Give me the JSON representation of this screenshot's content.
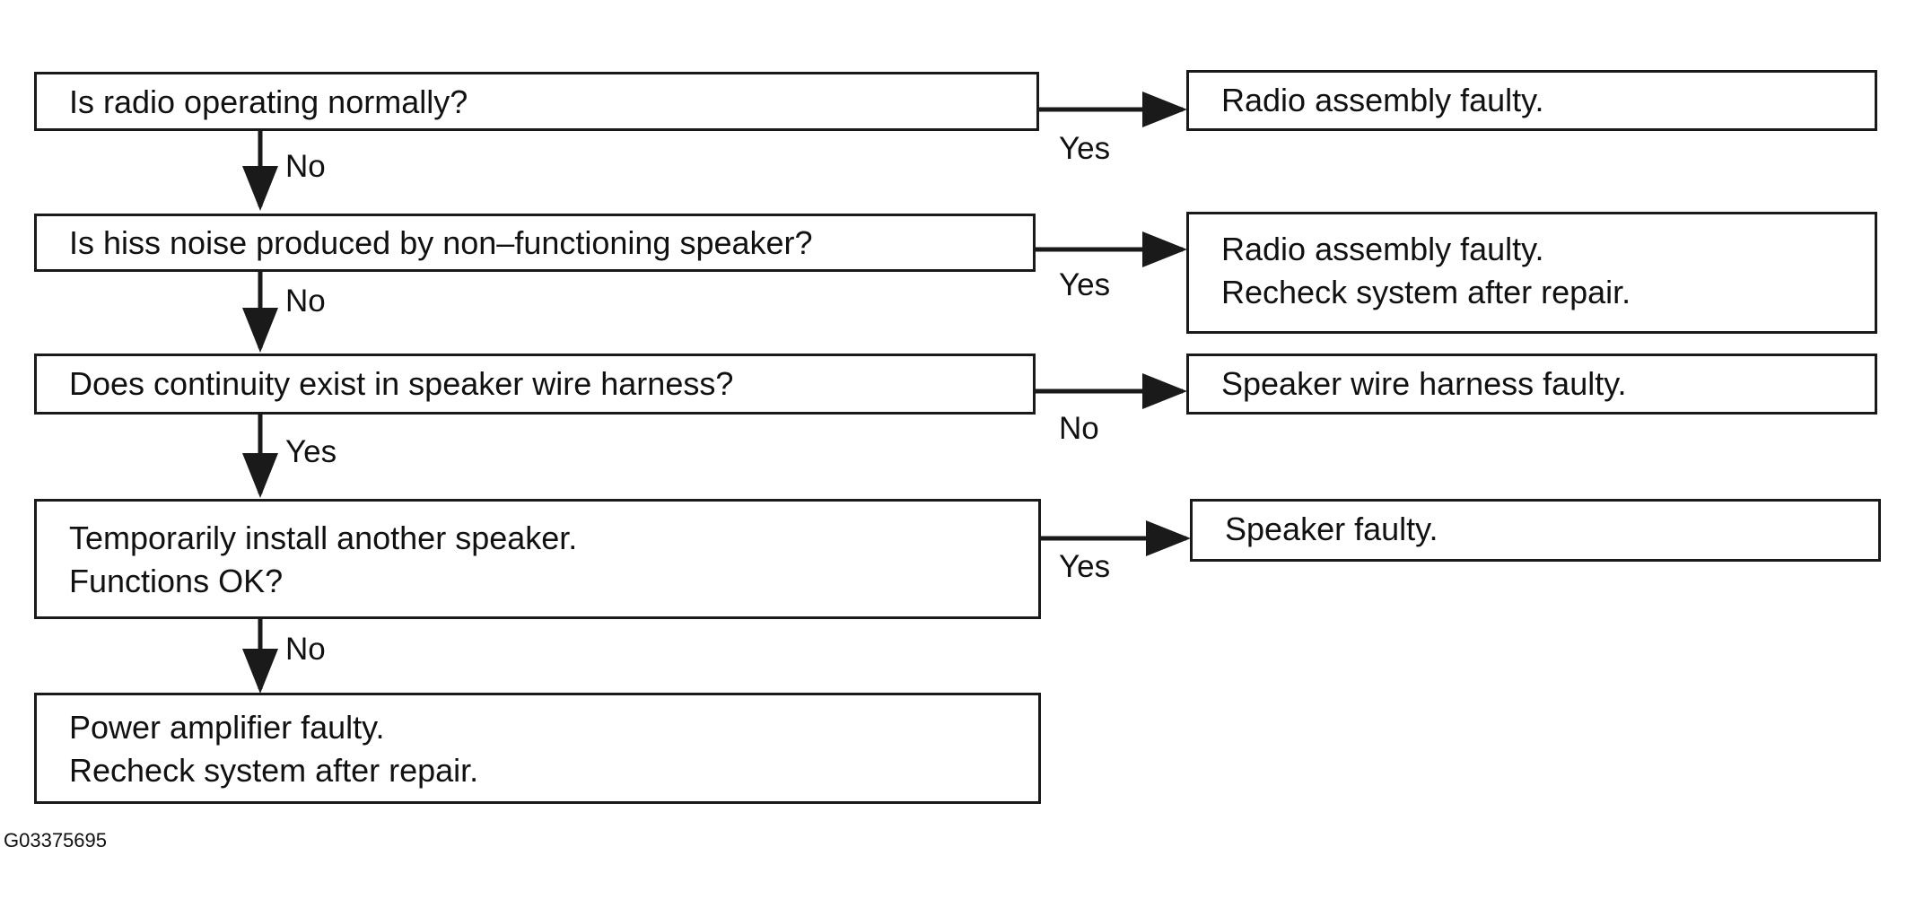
{
  "questions": [
    {
      "lines": [
        "Is radio operating normally?"
      ]
    },
    {
      "lines": [
        "Is hiss noise produced by non–functioning speaker?"
      ]
    },
    {
      "lines": [
        "Does continuity exist in speaker wire harness?"
      ]
    },
    {
      "lines": [
        "Temporarily install another speaker.",
        "Functions OK?"
      ]
    },
    {
      "lines": [
        "Power amplifier faulty.",
        "Recheck system after repair."
      ]
    }
  ],
  "results": [
    {
      "lines": [
        "Radio assembly faulty."
      ]
    },
    {
      "lines": [
        "Radio assembly faulty.",
        "Recheck system after repair."
      ]
    },
    {
      "lines": [
        "Speaker wire harness faulty."
      ]
    },
    {
      "lines": [
        "Speaker faulty."
      ]
    }
  ],
  "down_labels": [
    "No",
    "No",
    "Yes",
    "No"
  ],
  "side_labels": [
    "Yes",
    "Yes",
    "No",
    "Yes"
  ],
  "figure_code": "G03375695"
}
